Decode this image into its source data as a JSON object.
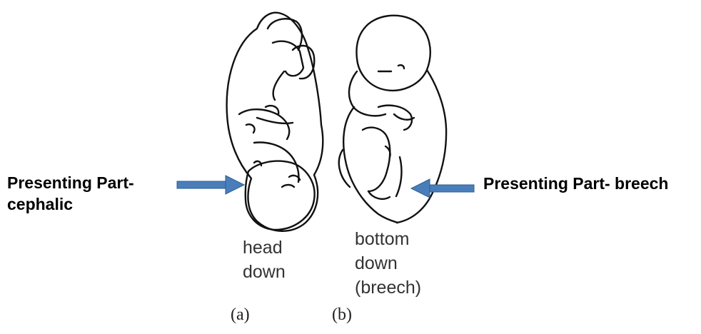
{
  "labels": {
    "left_presenting": "Presenting Part-\ncephalic",
    "right_presenting": "Presenting Part- breech"
  },
  "captions": {
    "a": "head\ndown",
    "b": "bottom\ndown\n(breech)"
  },
  "figure_letters": {
    "a": "(a)",
    "b": "(b)"
  },
  "colors": {
    "arrow": "#4a7ebb",
    "ink": "#111111"
  },
  "icons": {
    "figure_a": "fetus-head-down-illustration",
    "figure_b": "fetus-breech-illustration",
    "arrow": "right-arrow"
  }
}
